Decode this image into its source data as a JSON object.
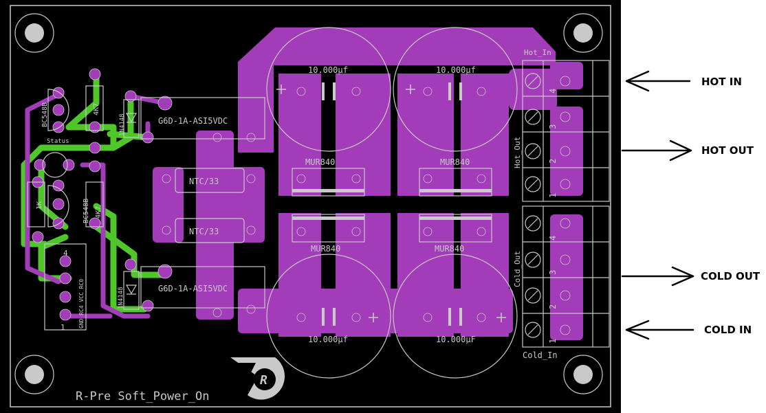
{
  "board": {
    "title_text": "R-Pre Soft_Power_On",
    "logo_letter": "R",
    "colors": {
      "copper": "#a23cb8",
      "trace": "#4fc72a",
      "silk": "#c9c9c9",
      "background": "#000000"
    }
  },
  "components": {
    "capacitor_label": "10.000µf",
    "capacitor_label_alt": "10.000µF",
    "diode_bridge": "MUR840",
    "relay": "G6D-1A-ASI5VDC",
    "ntc": "NTC/33",
    "diode": "1N4148",
    "transistor": "BC548B",
    "resistor_4k7": "4K7",
    "resistor_1k": "1K",
    "led_label": "Status",
    "header_pins": "GND RC4 VCC RC0",
    "header_num_1": "1",
    "header_num_4": "4"
  },
  "terminals": {
    "hot_in_label": "Hot_In",
    "hot_out_label": "Hot_Out",
    "cold_out_label": "Cold_Out",
    "cold_in_label": "Cold_In",
    "pins": [
      "1",
      "2",
      "3",
      "4"
    ]
  },
  "annotations": {
    "hot_in": "HOT IN",
    "hot_out": "HOT OUT",
    "cold_out": "COLD OUT",
    "cold_in": "COLD IN"
  }
}
